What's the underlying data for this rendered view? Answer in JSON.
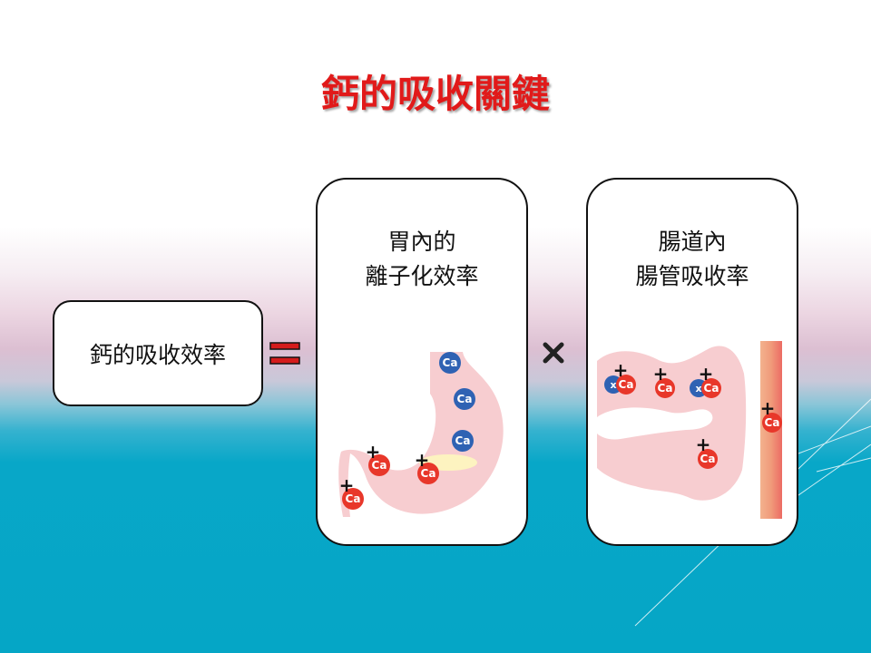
{
  "title": "鈣的吸收關鍵",
  "left_box": {
    "label": "鈣的吸收效率"
  },
  "operators": {
    "equals": "=",
    "times": "×"
  },
  "stomach_panel": {
    "title_line1": "胃內的",
    "title_line2": "離子化效率"
  },
  "intestine_panel": {
    "title_line1": "腸道內",
    "title_line2": "腸管吸收率"
  },
  "ion": {
    "symbol": "Ca",
    "charge": "+",
    "bound_marker": "x"
  },
  "colors": {
    "title": "#e11a1a",
    "ion_charged": "#e8372a",
    "ion_neutral": "#2f62b3",
    "organ_fill": "#f7cdd0",
    "background_bottom": "#05a6c6"
  }
}
